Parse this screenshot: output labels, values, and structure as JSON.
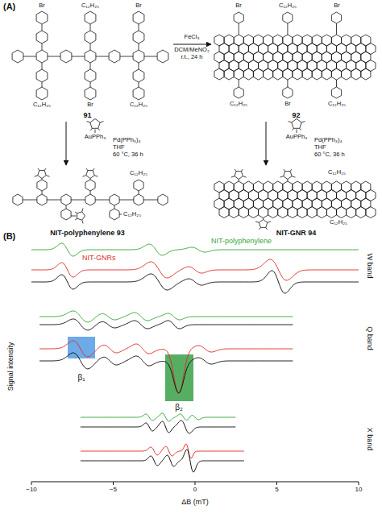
{
  "diagram": {
    "nodes": [
      {
        "text": [
          "91"
        ]
      },
      {
        "text": [
          "92"
        ]
      },
      {
        "text": [
          "NIT-polyphenylene 93"
        ]
      },
      {
        "text": [
          "NIT-GNR 94"
        ]
      }
    ],
    "edges": [
      {
        "from": 0,
        "to": 1,
        "arrow": "to"
      },
      {
        "from": 0,
        "to": 2,
        "arrow": "to"
      },
      {
        "from": 1,
        "to": 3,
        "arrow": "to"
      }
    ],
    "labels": [
      "(A)",
      "FeCl₃",
      "DCM/MeNO₂",
      "r.t., 24 h",
      "AuPPh₃",
      "Pd(PPh₃)₄",
      "THF",
      "60 °C, 36 h",
      "AuPPh₃",
      "Pd(PPh₃)₄",
      "THF",
      "60 °C, 36 h",
      "Br",
      "C₁₂H₂₅",
      "Br",
      "C₁₂H₂₅",
      "Br",
      "C₁₂H₂₅",
      "Br",
      "C₁₂H₂₅",
      "Br",
      "C₁₂H₂₅",
      "Br",
      "C₁₂H₂₅",
      "C₁₂H₂₅",
      "C₁₂H₂₅",
      "C₁₂H₂₅",
      "C₁₂H₂₅",
      "(B)",
      "NIT-polyphenylene",
      "NIT-GNRs",
      "W band",
      "Q band",
      "X band",
      "β₁",
      "β₂",
      "Signal intensity",
      "−10",
      "−5",
      "0",
      "5",
      "10",
      "ΔB (mT)"
    ]
  }
}
